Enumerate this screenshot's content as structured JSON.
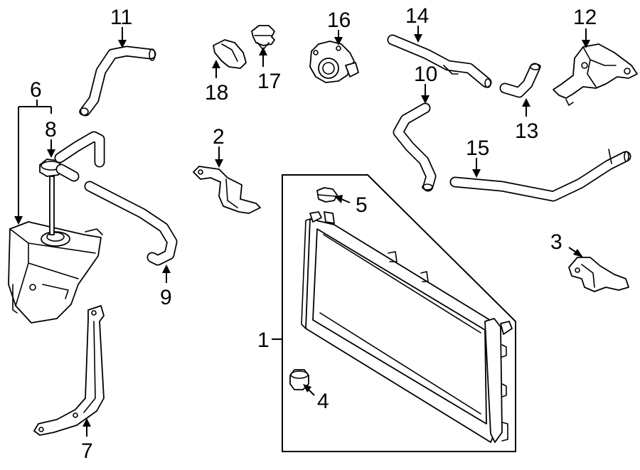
{
  "callouts": [
    {
      "id": "1",
      "text": "1"
    },
    {
      "id": "2",
      "text": "2"
    },
    {
      "id": "3",
      "text": "3"
    },
    {
      "id": "4",
      "text": "4"
    },
    {
      "id": "5",
      "text": "5"
    },
    {
      "id": "6",
      "text": "6"
    },
    {
      "id": "7",
      "text": "7"
    },
    {
      "id": "8",
      "text": "8"
    },
    {
      "id": "9",
      "text": "9"
    },
    {
      "id": "10",
      "text": "10"
    },
    {
      "id": "11",
      "text": "11"
    },
    {
      "id": "12",
      "text": "12"
    },
    {
      "id": "13",
      "text": "13"
    },
    {
      "id": "14",
      "text": "14"
    },
    {
      "id": "15",
      "text": "15"
    },
    {
      "id": "16",
      "text": "16"
    },
    {
      "id": "17",
      "text": "17"
    },
    {
      "id": "18",
      "text": "18"
    }
  ],
  "colors": {
    "line": "#000000",
    "background": "#ffffff"
  }
}
